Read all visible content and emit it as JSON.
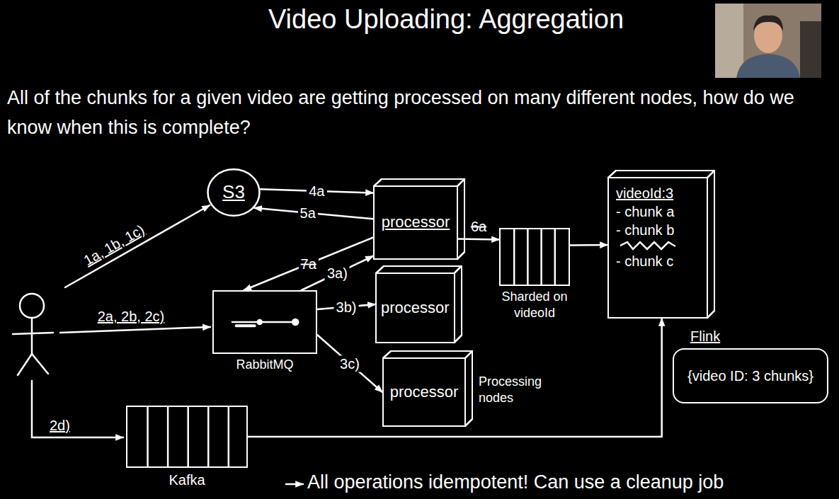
{
  "diagram": {
    "title": "Video Uploading: Aggregation",
    "nodes": [
      {
        "text": [
          "S3"
        ]
      },
      {
        "text": [
          "processor"
        ]
      },
      {
        "text": [
          "RabbitMQ"
        ]
      },
      {
        "text": [
          "processor"
        ]
      },
      {
        "text": [
          "processor"
        ]
      },
      {
        "text": [
          "Sharded on videoId"
        ]
      },
      {
        "text": [
          "videoId:3",
          "- chunk a",
          "- chunk b",
          "- chunk c"
        ]
      },
      {
        "text": [
          "Flink",
          "{video ID: 3 chunks}"
        ]
      },
      {
        "text": [
          "Kafka"
        ]
      }
    ],
    "edges": [
      {
        "from": 0,
        "to": 1,
        "label": "4a",
        "arrow": "to"
      },
      {
        "from": 1,
        "to": 0,
        "label": "5a",
        "arrow": "to"
      },
      {
        "from": 2,
        "to": 1,
        "label": "3a)",
        "arrow": "to"
      },
      {
        "from": 1,
        "to": 2,
        "label": "7a",
        "arrow": "to"
      },
      {
        "from": 2,
        "to": 3,
        "label": "3b)",
        "arrow": "to"
      },
      {
        "from": 2,
        "to": 4,
        "label": "3c)",
        "arrow": "to"
      },
      {
        "from": 1,
        "to": 5,
        "label": "6a",
        "arrow": "to"
      },
      {
        "from": 5,
        "to": 6,
        "arrow": "to"
      },
      {
        "from": 8,
        "to": 6,
        "arrow": "to"
      }
    ],
    "labels": [
      "All of the chunks for a given video are getting processed on many different nodes, how do we know when this is complete?",
      "1a, 1b, 1c)",
      "2a, 2b, 2c)",
      "2d)",
      "Processing nodes",
      "All operations idempotent! Can use a cleanup job"
    ]
  }
}
